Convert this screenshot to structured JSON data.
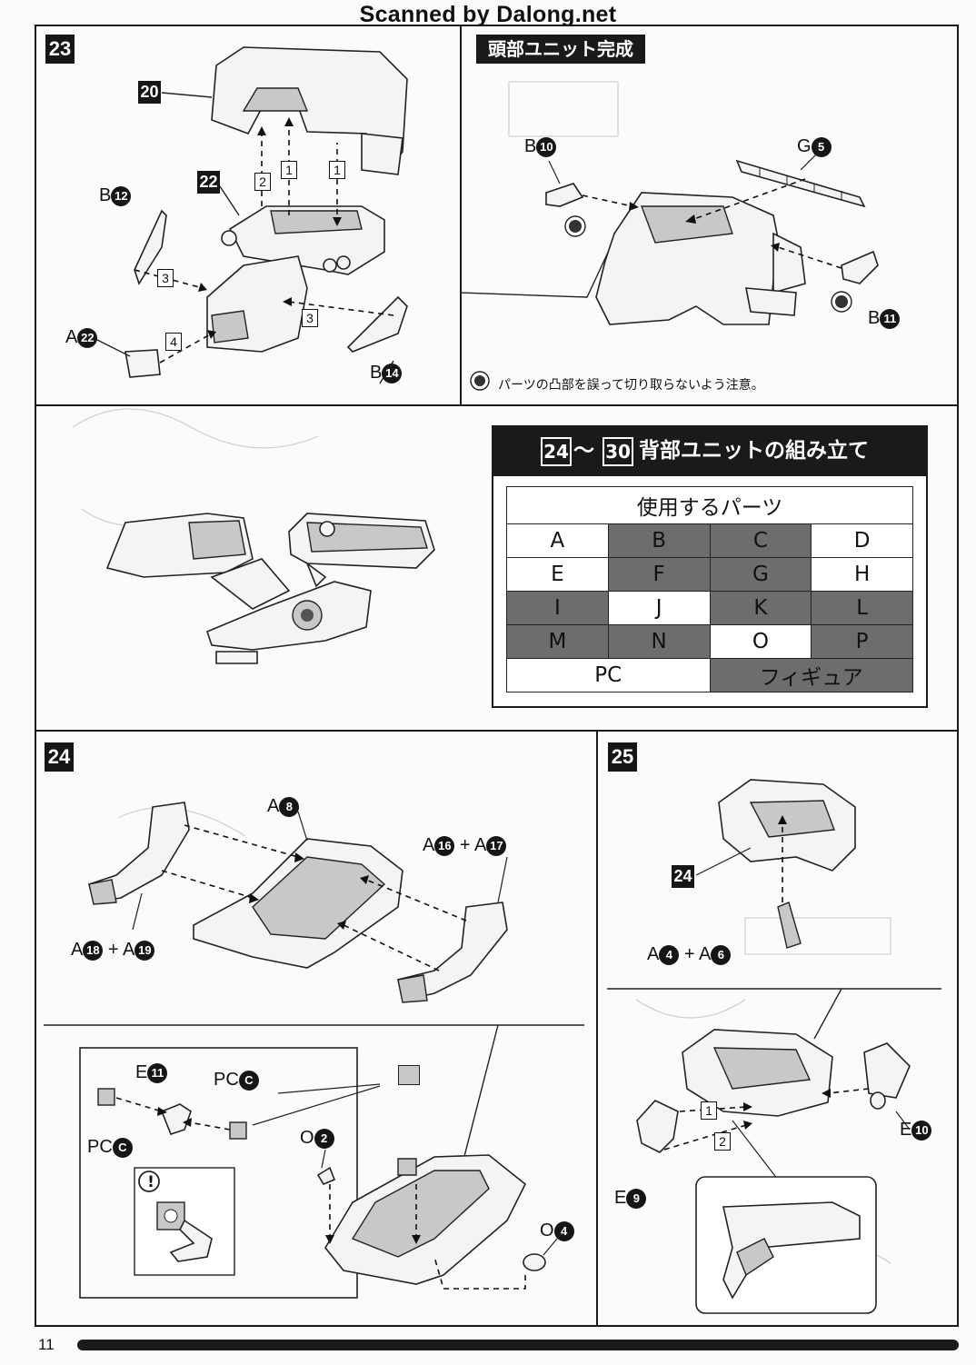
{
  "watermark": "Scanned by Dalong.net",
  "page_number": "11",
  "step23": {
    "number": "23",
    "callouts": {
      "c20": "20",
      "c22": "22"
    },
    "labels": {
      "b12": {
        "letter": "B",
        "num": "12"
      },
      "a22": {
        "letter": "A",
        "num": "22"
      },
      "b14": {
        "letter": "B",
        "num": "14"
      }
    },
    "steps": [
      "1",
      "1",
      "2",
      "3",
      "3",
      "4"
    ]
  },
  "head_complete": {
    "title": "頭部ユニット完成",
    "labels": {
      "b10": {
        "letter": "B",
        "num": "10"
      },
      "g5": {
        "letter": "G",
        "num": "5"
      },
      "b11": {
        "letter": "B",
        "num": "11"
      }
    },
    "caution_note": "パーツの凸部を誤って切り取らないよう注意。"
  },
  "back_unit": {
    "range_start": "24",
    "range_sep": "〜",
    "range_end": "30",
    "title": "背部ユニットの組み立て",
    "parts_header": "使用するパーツ",
    "parts_rows": [
      [
        {
          "t": "A",
          "dark": false
        },
        {
          "t": "B",
          "dark": true
        },
        {
          "t": "C",
          "dark": true
        },
        {
          "t": "D",
          "dark": false
        }
      ],
      [
        {
          "t": "E",
          "dark": false
        },
        {
          "t": "F",
          "dark": true
        },
        {
          "t": "G",
          "dark": true
        },
        {
          "t": "H",
          "dark": false
        }
      ],
      [
        {
          "t": "I",
          "dark": true
        },
        {
          "t": "J",
          "dark": false
        },
        {
          "t": "K",
          "dark": true
        },
        {
          "t": "L",
          "dark": true
        }
      ],
      [
        {
          "t": "M",
          "dark": true
        },
        {
          "t": "N",
          "dark": true
        },
        {
          "t": "O",
          "dark": false
        },
        {
          "t": "P",
          "dark": true
        }
      ]
    ],
    "parts_last": [
      {
        "t": "PC",
        "dark": false
      },
      {
        "t": "フィギュア",
        "dark": true
      }
    ]
  },
  "step24": {
    "number": "24",
    "a8": {
      "letter": "A",
      "num": "8"
    },
    "a16": {
      "letter": "A",
      "num": "16"
    },
    "a17": {
      "letter": "A",
      "num": "17"
    },
    "a18": {
      "letter": "A",
      "num": "18"
    },
    "a19": {
      "letter": "A",
      "num": "19"
    },
    "plus": "+",
    "e11": {
      "letter": "E",
      "num": "11"
    },
    "pcc1": {
      "letter": "PC",
      "num": "C"
    },
    "pcc2": {
      "letter": "PC",
      "num": "C"
    },
    "o2": {
      "letter": "O",
      "num": "2"
    },
    "o4": {
      "letter": "O",
      "num": "4"
    },
    "caution": "!"
  },
  "step25": {
    "number": "25",
    "c24": "24",
    "a4": {
      "letter": "A",
      "num": "4"
    },
    "a6": {
      "letter": "A",
      "num": "6"
    },
    "plus": "+",
    "e10": {
      "letter": "E",
      "num": "10"
    },
    "e9": {
      "letter": "E",
      "num": "9"
    },
    "steps": [
      "1",
      "2"
    ]
  }
}
